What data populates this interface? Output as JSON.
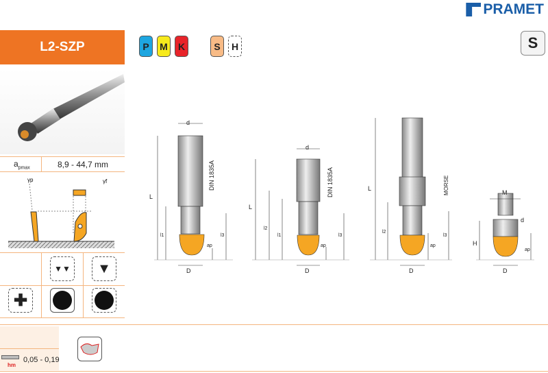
{
  "brand": "PRAMET",
  "title": "L2-SZP",
  "materials": [
    {
      "label": "P",
      "color": "#1ea6e0"
    },
    {
      "label": "M",
      "color": "#f7ea1c"
    },
    {
      "label": "K",
      "color": "#e8242a"
    },
    {
      "label": "S",
      "color": "#f8bb86"
    },
    {
      "label": "H",
      "color": "#ffffff"
    }
  ],
  "category": "S",
  "specs": {
    "apmax_label": "a",
    "apmax_sub": "pmax",
    "apmax_value": "8,9 - 44,7 mm"
  },
  "angles": {
    "gamma_p": "γp",
    "gamma_f": "γf"
  },
  "feed": {
    "hm_label": "hm",
    "hm_value": "0,05 - 0,19"
  },
  "drawings": {
    "d": "d",
    "L": "L",
    "l1": "l1",
    "l2": "l2",
    "l3": "l3",
    "ap": "ap",
    "D": "D",
    "H": "H",
    "M": "M",
    "din": "DIN 1835A",
    "morse": "MORSE"
  },
  "colors": {
    "accent": "#ee7423",
    "insert": "#f5a623"
  }
}
